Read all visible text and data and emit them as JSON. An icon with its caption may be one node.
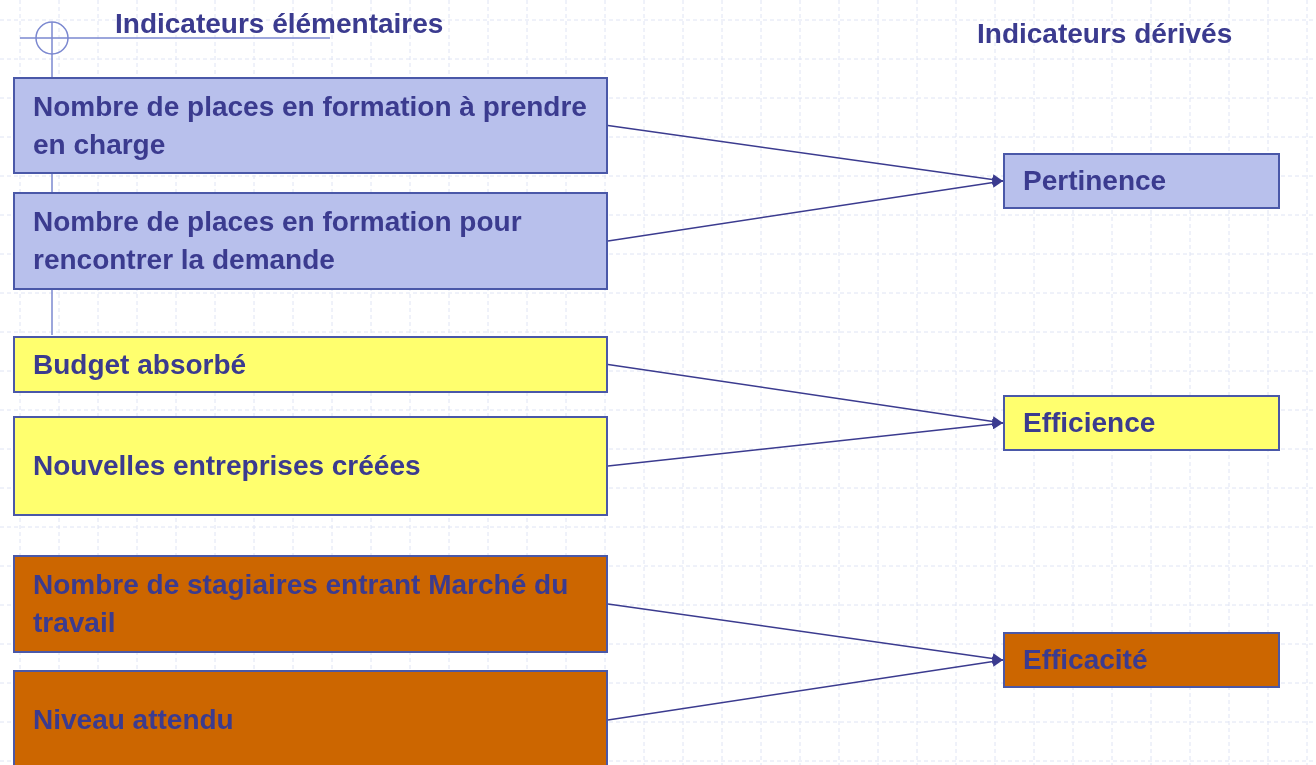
{
  "diagram": {
    "nodes": [
      {
        "text": [
          "Nombre de places en formation à prendre en charge"
        ]
      },
      {
        "text": [
          "Nombre de places en formation pour rencontrer la demande"
        ]
      },
      {
        "text": [
          "Budget absorbé"
        ]
      },
      {
        "text": [
          "Nouvelles entreprises créées"
        ]
      },
      {
        "text": [
          "Nombre de stagiaires entrant Marché du travail"
        ]
      },
      {
        "text": [
          "Niveau attendu"
        ]
      },
      {
        "text": [
          "Pertinence"
        ]
      },
      {
        "text": [
          "Efficience"
        ]
      },
      {
        "text": [
          "Efficacité"
        ]
      }
    ],
    "edges": [
      {
        "from": 0,
        "to": 6,
        "arrow": "to"
      },
      {
        "from": 1,
        "to": 6,
        "arrow": "to"
      },
      {
        "from": 2,
        "to": 7,
        "arrow": "to"
      },
      {
        "from": 3,
        "to": 7,
        "arrow": "to"
      },
      {
        "from": 4,
        "to": 8,
        "arrow": "to"
      },
      {
        "from": 5,
        "to": 8,
        "arrow": "to"
      }
    ],
    "labels": [
      "Indicateurs élémentaires",
      "Indicateurs dérivés"
    ]
  }
}
